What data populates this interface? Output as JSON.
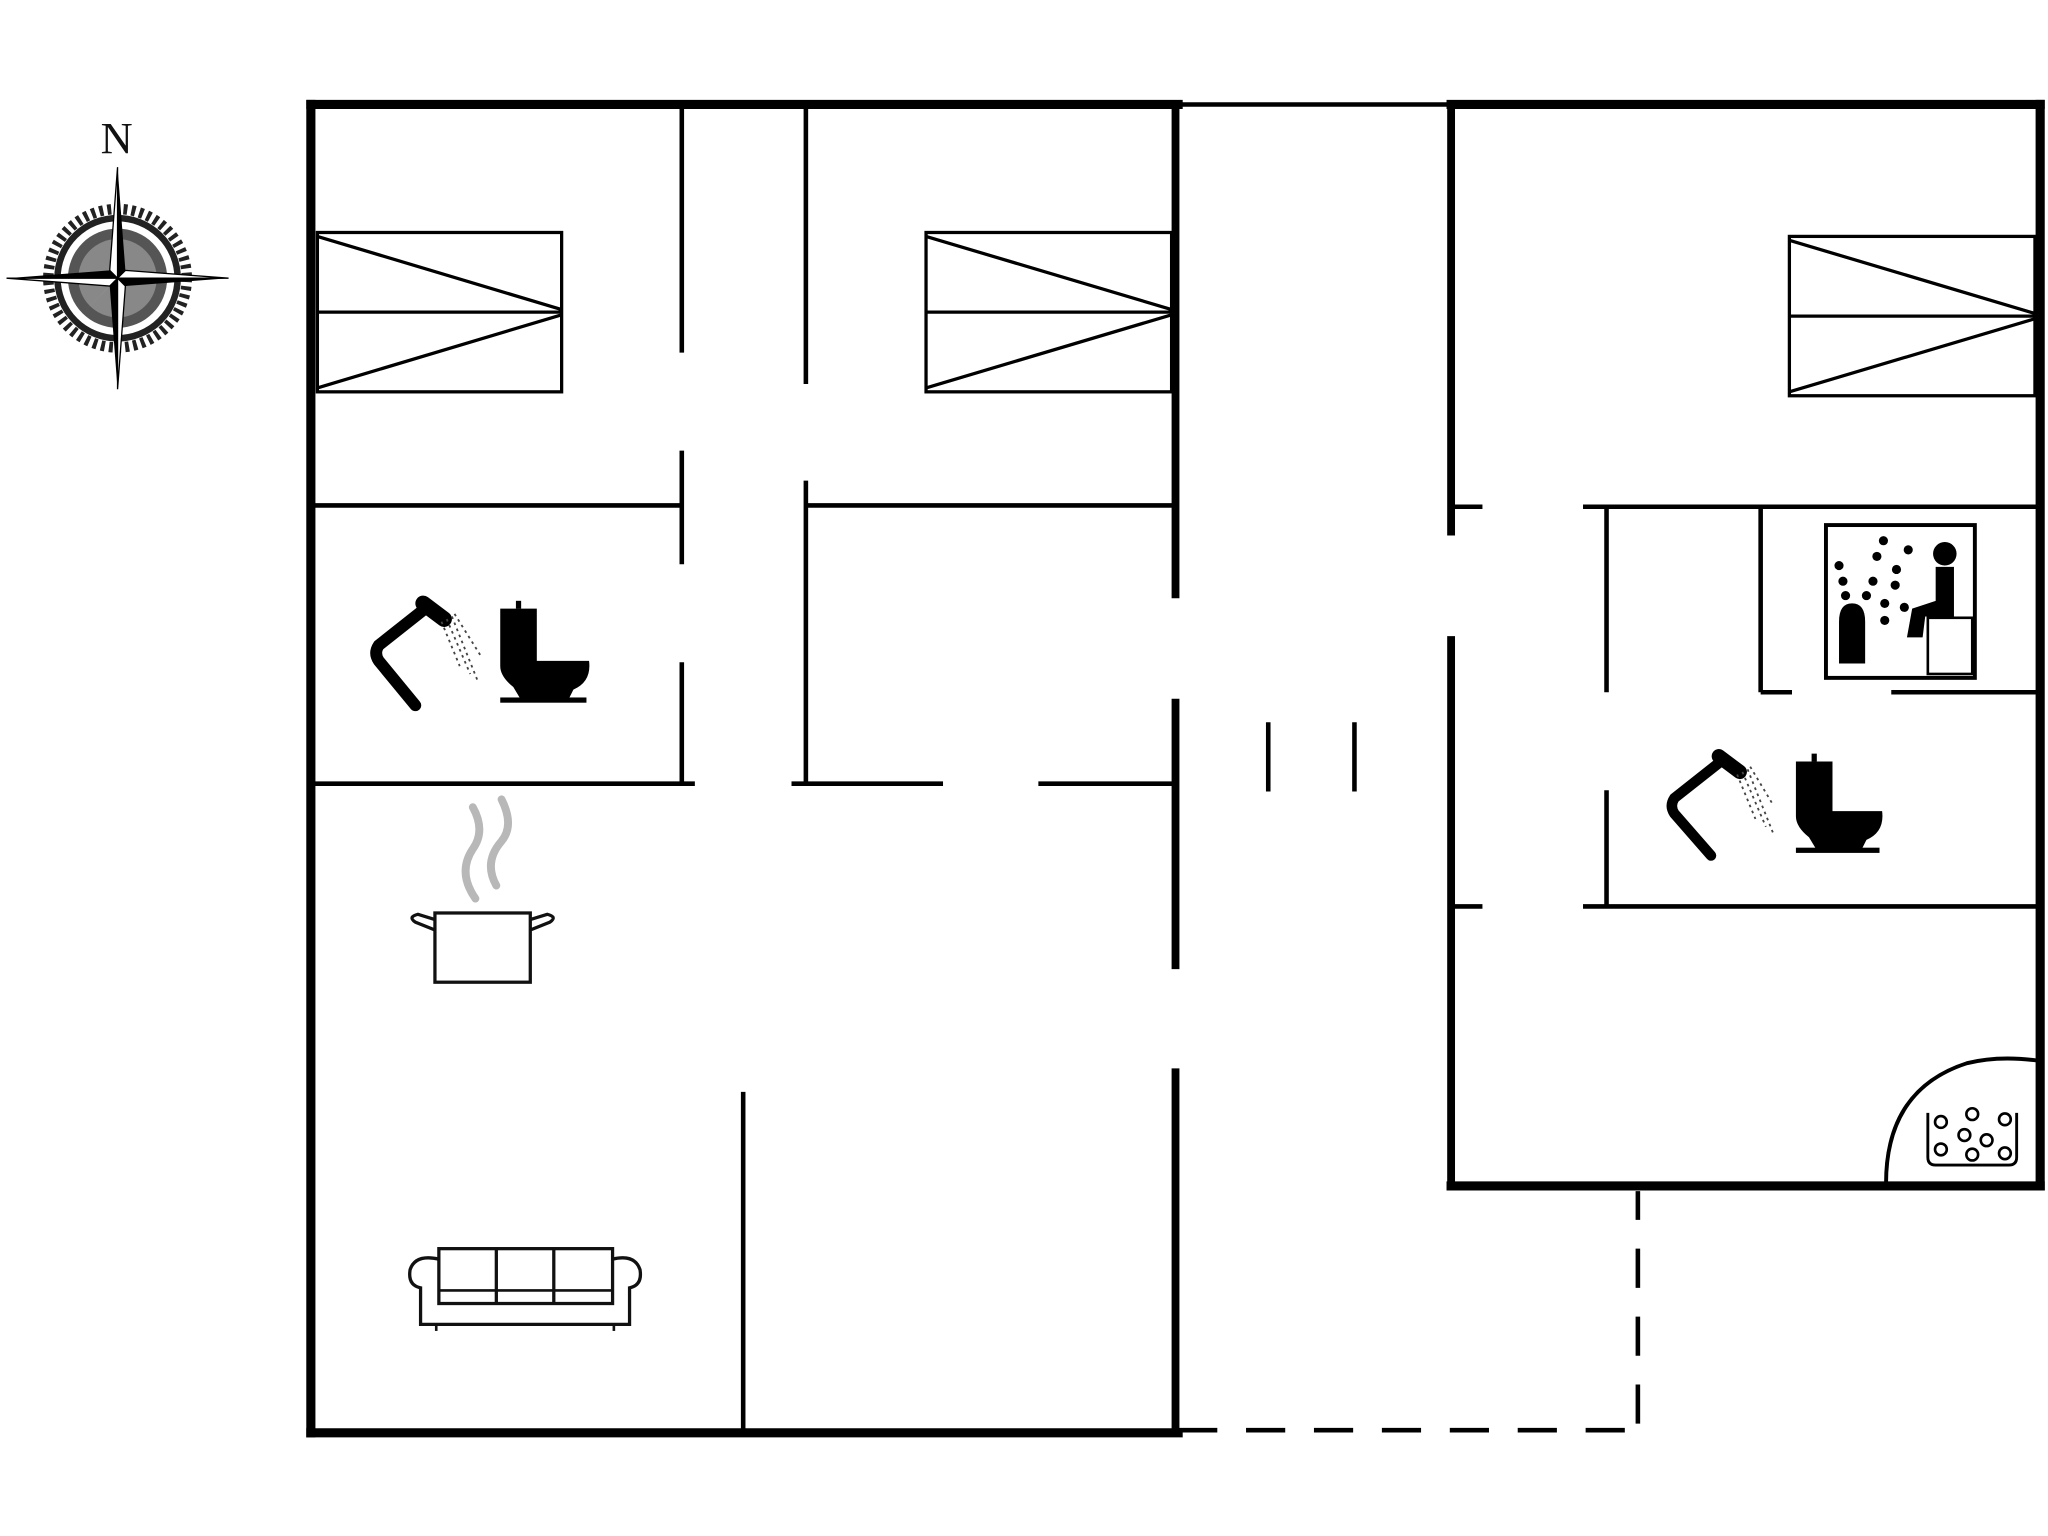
{
  "diagram": {
    "type": "floor-plan",
    "compass": {
      "label": "N"
    },
    "rooms": [
      {
        "id": "bedroom-1",
        "fixtures": [
          "bed"
        ]
      },
      {
        "id": "bedroom-2",
        "fixtures": [
          "bed"
        ]
      },
      {
        "id": "bedroom-3",
        "fixtures": [
          "bed"
        ]
      },
      {
        "id": "bathroom-1",
        "fixtures": [
          "shower",
          "toilet"
        ]
      },
      {
        "id": "bathroom-2",
        "fixtures": [
          "shower",
          "toilet"
        ]
      },
      {
        "id": "sauna",
        "fixtures": [
          "sauna"
        ]
      },
      {
        "id": "kitchen",
        "fixtures": [
          "cooking-pot"
        ]
      },
      {
        "id": "living-room",
        "fixtures": [
          "sofa"
        ]
      },
      {
        "id": "spa-corner",
        "fixtures": [
          "whirlpool"
        ]
      },
      {
        "id": "corridor",
        "fixtures": []
      },
      {
        "id": "covered-terrace",
        "fixtures": []
      }
    ],
    "colors": {
      "wall": "#000000",
      "steam": "#b8b8b8",
      "background": "#ffffff"
    }
  }
}
